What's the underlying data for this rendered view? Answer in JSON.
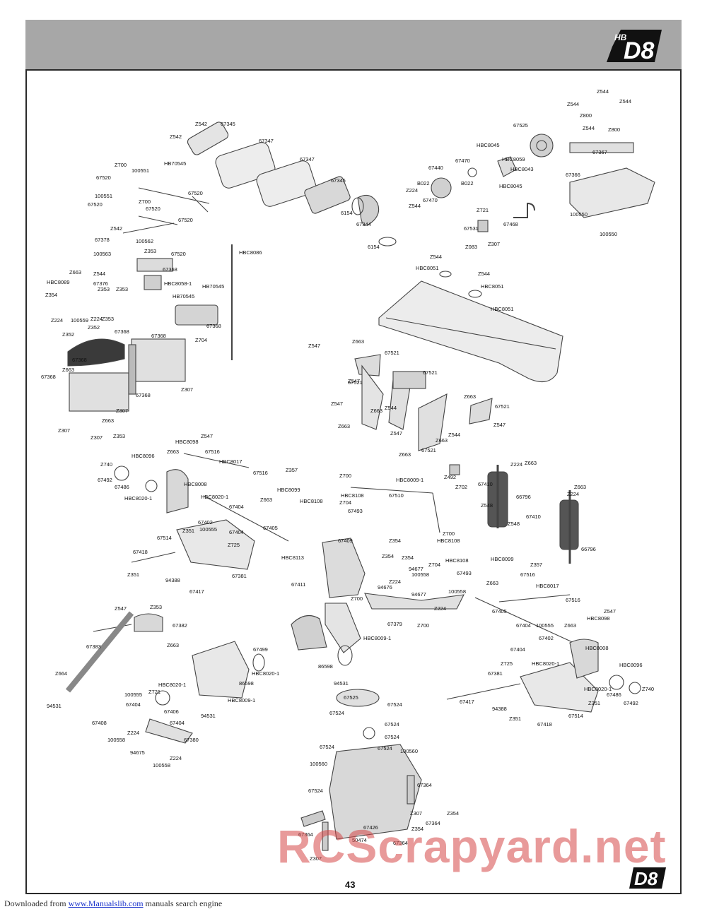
{
  "header": {
    "logo_small": "HB",
    "logo_main": "D8"
  },
  "footer_logo": "D8",
  "page_number": "43",
  "watermark": "RCScrapyard.net",
  "footer": {
    "prefix": "Downloaded from ",
    "link": "www.Manualslib.com",
    "suffix": " manuals search engine"
  },
  "parts": {
    "p1": "Z544",
    "p2": "Z544",
    "p3": "Z544",
    "p4": "Z800",
    "p5": "Z800",
    "p6": "Z544",
    "p7": "67525",
    "p8": "67367",
    "p9": "67366",
    "p10": "100550",
    "p11": "100550",
    "p12": "HBC8045",
    "p13": "HBC8059",
    "p14": "67470",
    "p15": "HBC8043",
    "p16": "67440",
    "p17": "B022",
    "p18": "B022",
    "p19": "HBC8045",
    "p20": "Z224",
    "p21": "Z544",
    "p22": "67470",
    "p23": "Z721",
    "p24": "67531",
    "p25": "67468",
    "p26": "Z083",
    "p27": "Z307",
    "p28": "Z544",
    "p29": "HBC8051",
    "p30": "Z544",
    "p31": "HBC8051",
    "p32": "HBC8051",
    "p33": "Z542",
    "p34": "67345",
    "p35": "Z542",
    "p36": "67347",
    "p37": "HB70545",
    "p38": "67347",
    "p39": "Z700",
    "p40": "100551",
    "p41": "67520",
    "p42": "67345",
    "p43": "100551",
    "p44": "Z700",
    "p45": "67520",
    "p46": "67520",
    "p47": "67520",
    "p48": "6154",
    "p49": "67344",
    "p50": "6154",
    "p51": "Z542",
    "p52": "67520",
    "p53": "67378",
    "p54": "100562",
    "p55": "100563",
    "p56": "Z353",
    "p57": "67520",
    "p58": "HBC8086",
    "p59": "67368",
    "p60": "Z663",
    "p61": "Z544",
    "p62": "HBC8089",
    "p63": "67376",
    "p64": "HBC8058-1",
    "p65": "HB70545",
    "p66": "Z353",
    "p67": "Z353",
    "p68": "Z354",
    "p69": "HB70545",
    "p70": "Z224",
    "p71": "100559",
    "p72": "Z224",
    "p73": "Z353",
    "p74": "67368",
    "p75": "Z352",
    "p76": "67368",
    "p77": "67368",
    "p78": "Z352",
    "p79": "Z704",
    "p80": "67368",
    "p81": "Z663",
    "p82": "67368",
    "p83": "Z307",
    "p84": "67368",
    "p85": "Z307",
    "p86": "Z663",
    "p87": "Z307",
    "p88": "Z307",
    "p89": "Z353",
    "p90": "Z663",
    "p91": "Z547",
    "p92": "67521",
    "p93": "Z547",
    "p94": "67521",
    "p95": "67521",
    "p96": "Z547",
    "p97": "Z663",
    "p98": "Z544",
    "p99": "Z663",
    "p100": "67521",
    "p101": "Z663",
    "p102": "Z547",
    "p103": "Z547",
    "p104": "Z663",
    "p105": "Z544",
    "p106": "Z663",
    "p107": "67521",
    "p108": "Z547",
    "p109": "HBC8098",
    "p110": "67516",
    "p111": "Z663",
    "p112": "HBC8096",
    "p113": "HBC8017",
    "p114": "Z740",
    "p115": "67492",
    "p116": "67486",
    "p117": "HBC8008",
    "p118": "67516",
    "p119": "Z357",
    "p120": "HBC8099",
    "p121": "Z663",
    "p122": "HBC8020-1",
    "p123": "HBC8020-1",
    "p124": "67404",
    "p125": "67402",
    "p126": "Z351",
    "p127": "100555",
    "p128": "67404",
    "p129": "67405",
    "p130": "67514",
    "p131": "Z725",
    "p132": "67418",
    "p133": "Z351",
    "p134": "94388",
    "p135": "67381",
    "p136": "67417",
    "p137": "Z700",
    "p138": "HBC8108",
    "p139": "Z704",
    "p140": "HBC8108",
    "p141": "67493",
    "p142": "HBC8009-1",
    "p143": "Z492",
    "p144": "Z702",
    "p145": "67510",
    "p146": "67410",
    "p147": "Z548",
    "p148": "66796",
    "p149": "Z224",
    "p150": "Z663",
    "p151": "Z663",
    "p152": "Z224",
    "p153": "67410",
    "p154": "Z548",
    "p155": "Z700",
    "p156": "HBC8108",
    "p157": "67409",
    "p158": "Z354",
    "p159": "Z354",
    "p160": "Z354",
    "p161": "HBC8113",
    "p162": "67411",
    "p163": "Z704",
    "p164": "HBC8108",
    "p165": "67493",
    "p166": "100558",
    "p167": "94677",
    "p168": "66796",
    "p169": "Z224",
    "p170": "94676",
    "p171": "94677",
    "p172": "Z700",
    "p173": "100558",
    "p174": "Z224",
    "p175": "67379",
    "p176": "Z700",
    "p177": "HBC8009-1",
    "p178": "HBC8099",
    "p179": "Z357",
    "p180": "Z663",
    "p181": "67516",
    "p182": "HBC8017",
    "p183": "67516",
    "p184": "Z547",
    "p185": "Z663",
    "p186": "HBC8098",
    "p187": "Z547",
    "p188": "Z353",
    "p189": "67382",
    "p190": "Z663",
    "p191": "67383",
    "p192": "67499",
    "p193": "86598",
    "p194": "HBC8020-1",
    "p195": "86598",
    "p196": "94531",
    "p197": "67405",
    "p198": "67404",
    "p199": "100555",
    "p200": "67402",
    "p201": "67404",
    "p202": "HBC8008",
    "p203": "Z725",
    "p204": "HBC8020-1",
    "p205": "67381",
    "p206": "HBC8096",
    "p207": "Z664",
    "p208": "94531",
    "p209": "100555",
    "p210": "HBC8020-1",
    "p211": "Z721",
    "p212": "67404",
    "p213": "67406",
    "p214": "HBC8009-1",
    "p215": "94531",
    "p216": "67404",
    "p217": "67408",
    "p218": "Z224",
    "p219": "100558",
    "p220": "94675",
    "p221": "Z224",
    "p222": "100558",
    "p223": "67380",
    "p224": "67525",
    "p225": "67524",
    "p226": "67524",
    "p227": "67524",
    "p228": "67524",
    "p229": "67524",
    "p230": "100560",
    "p231": "100560",
    "p232": "67364",
    "p233": "67524",
    "p234": "67524",
    "p235": "Z307",
    "p236": "Z354",
    "p237": "67364",
    "p238": "67426",
    "p239": "Z354",
    "p240": "67364",
    "p241": "50474",
    "p242": "67364",
    "p243": "Z307",
    "p244": "HBC8020-1",
    "p245": "Z740",
    "p246": "67486",
    "p247": "67492",
    "p248": "Z351",
    "p249": "67417",
    "p250": "94388",
    "p251": "Z351",
    "p252": "67418",
    "p253": "67514"
  }
}
